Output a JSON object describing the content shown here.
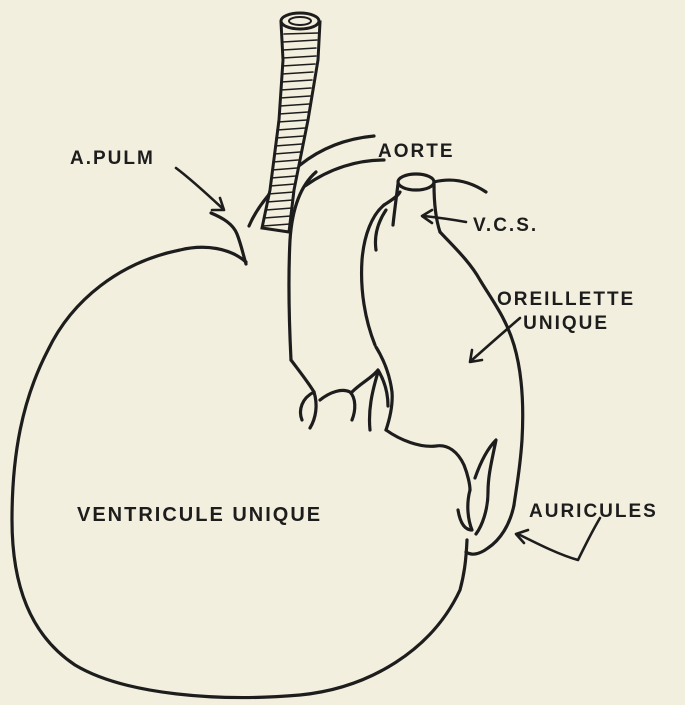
{
  "labels": {
    "a_pulm": "A.PULM",
    "aorte": "AORTE",
    "vcs": "V.C.S.",
    "oreillette_line1": "OREILLETTE",
    "oreillette_line2": "UNIQUE",
    "ventricule": "VENTRICULE UNIQUE",
    "auricules": "AURICULES"
  },
  "colors": {
    "paper": "#f3efde",
    "ink": "#1d1d1d"
  }
}
